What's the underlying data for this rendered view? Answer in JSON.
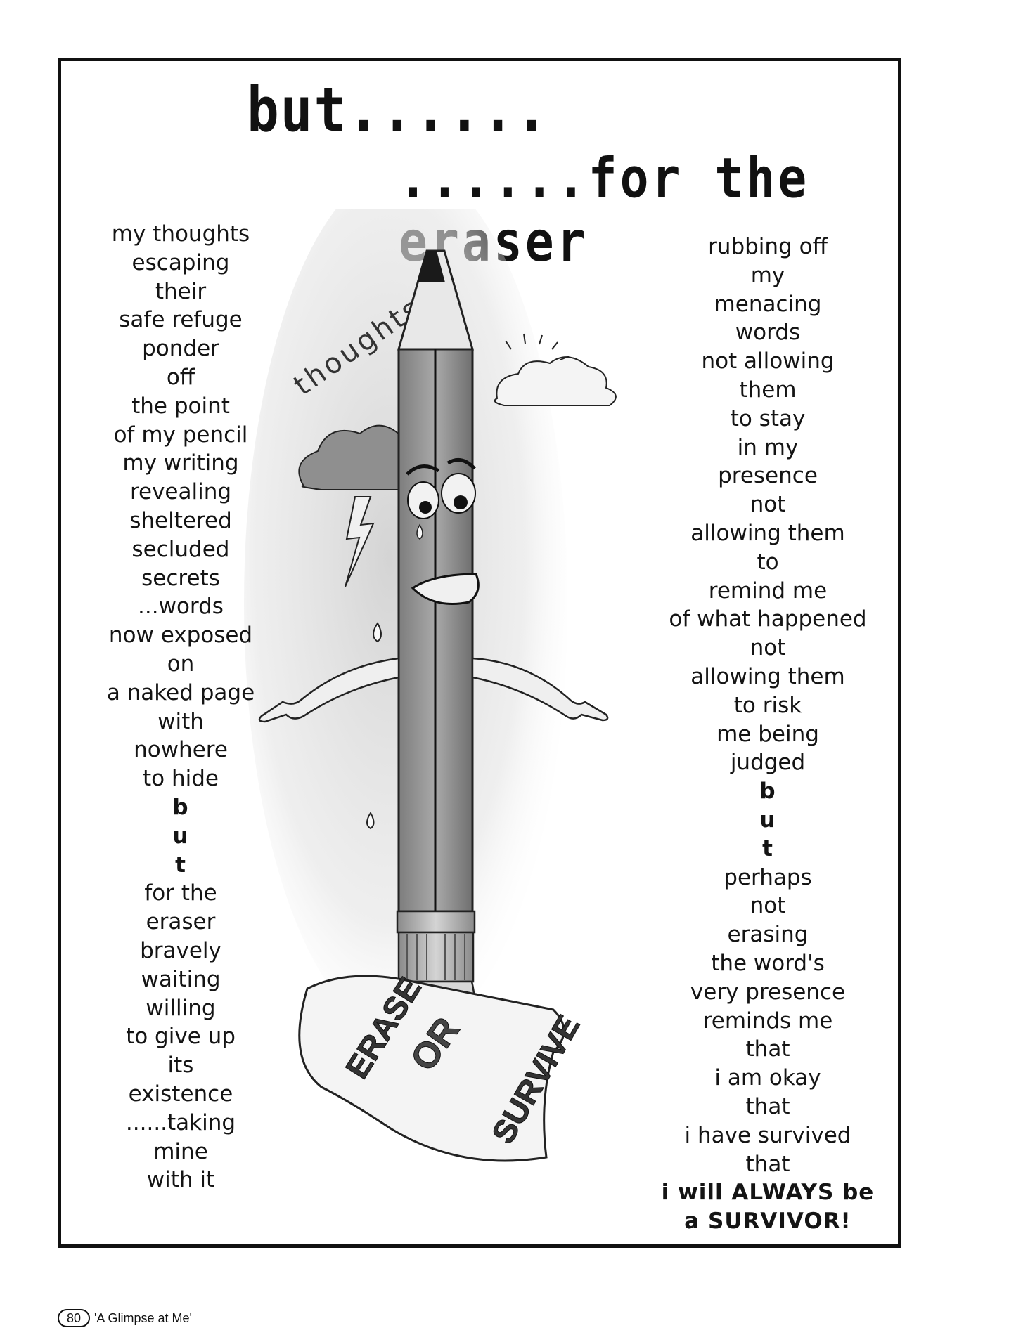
{
  "title": {
    "line1": "but......",
    "line2": "......for the eraser"
  },
  "illustration": {
    "thoughts_word": "thoughts",
    "paper_text": [
      "ERASE",
      "OR",
      "SURVIVE"
    ],
    "icons": [
      "pencil-character-icon",
      "storm-cloud-icon",
      "lightning-icon",
      "sun-cloud-icon",
      "teardrop-icon",
      "paper-sheet-icon"
    ]
  },
  "poem_left": [
    "my thoughts",
    "escaping",
    "their",
    "safe refuge",
    "ponder",
    "off",
    "the point",
    "of my pencil",
    "my writing",
    "revealing",
    "sheltered",
    "secluded",
    "secrets",
    "...words",
    "now exposed",
    "on",
    "a naked page",
    "with",
    "nowhere",
    "to hide",
    "b",
    "u",
    "t",
    "for the",
    "eraser",
    "bravely",
    "waiting",
    "willing",
    "to give up",
    "its",
    "existence",
    "......taking",
    "mine",
    "with it"
  ],
  "poem_right": [
    "rubbing off",
    "my",
    "menacing",
    "words",
    "not allowing",
    "them",
    "to stay",
    "in my",
    "presence",
    "not",
    "allowing them",
    "to",
    "remind me",
    "of what happened",
    "not",
    "allowing them",
    "to risk",
    "me being",
    "judged",
    "b",
    "u",
    "t",
    "perhaps",
    "not",
    "erasing",
    "the word's",
    "very presence",
    "reminds me",
    "that",
    "i am okay",
    "that",
    "i have survived",
    "that",
    "i will ALWAYS be",
    "a SURVIVOR!"
  ],
  "footer": {
    "page_number": "80",
    "book_title": "'A Glimpse at Me'"
  }
}
